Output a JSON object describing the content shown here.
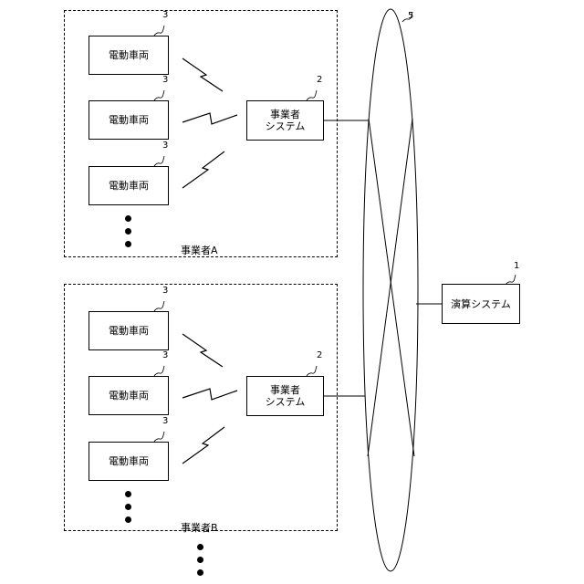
{
  "groups": [
    {
      "name": "事業者A",
      "operator_label": "事業者\nシステム",
      "operator_ref": "2",
      "vehicles": [
        {
          "label": "電動車両",
          "ref": "3"
        },
        {
          "label": "電動車両",
          "ref": "3"
        },
        {
          "label": "電動車両",
          "ref": "3"
        }
      ]
    },
    {
      "name": "事業者B",
      "operator_label": "事業者\nシステム",
      "operator_ref": "2",
      "vehicles": [
        {
          "label": "電動車両",
          "ref": "3"
        },
        {
          "label": "電動車両",
          "ref": "3"
        },
        {
          "label": "電動車両",
          "ref": "3"
        }
      ]
    }
  ],
  "network": {
    "ref": "5"
  },
  "compute": {
    "label": "演算システム",
    "ref": "1"
  }
}
